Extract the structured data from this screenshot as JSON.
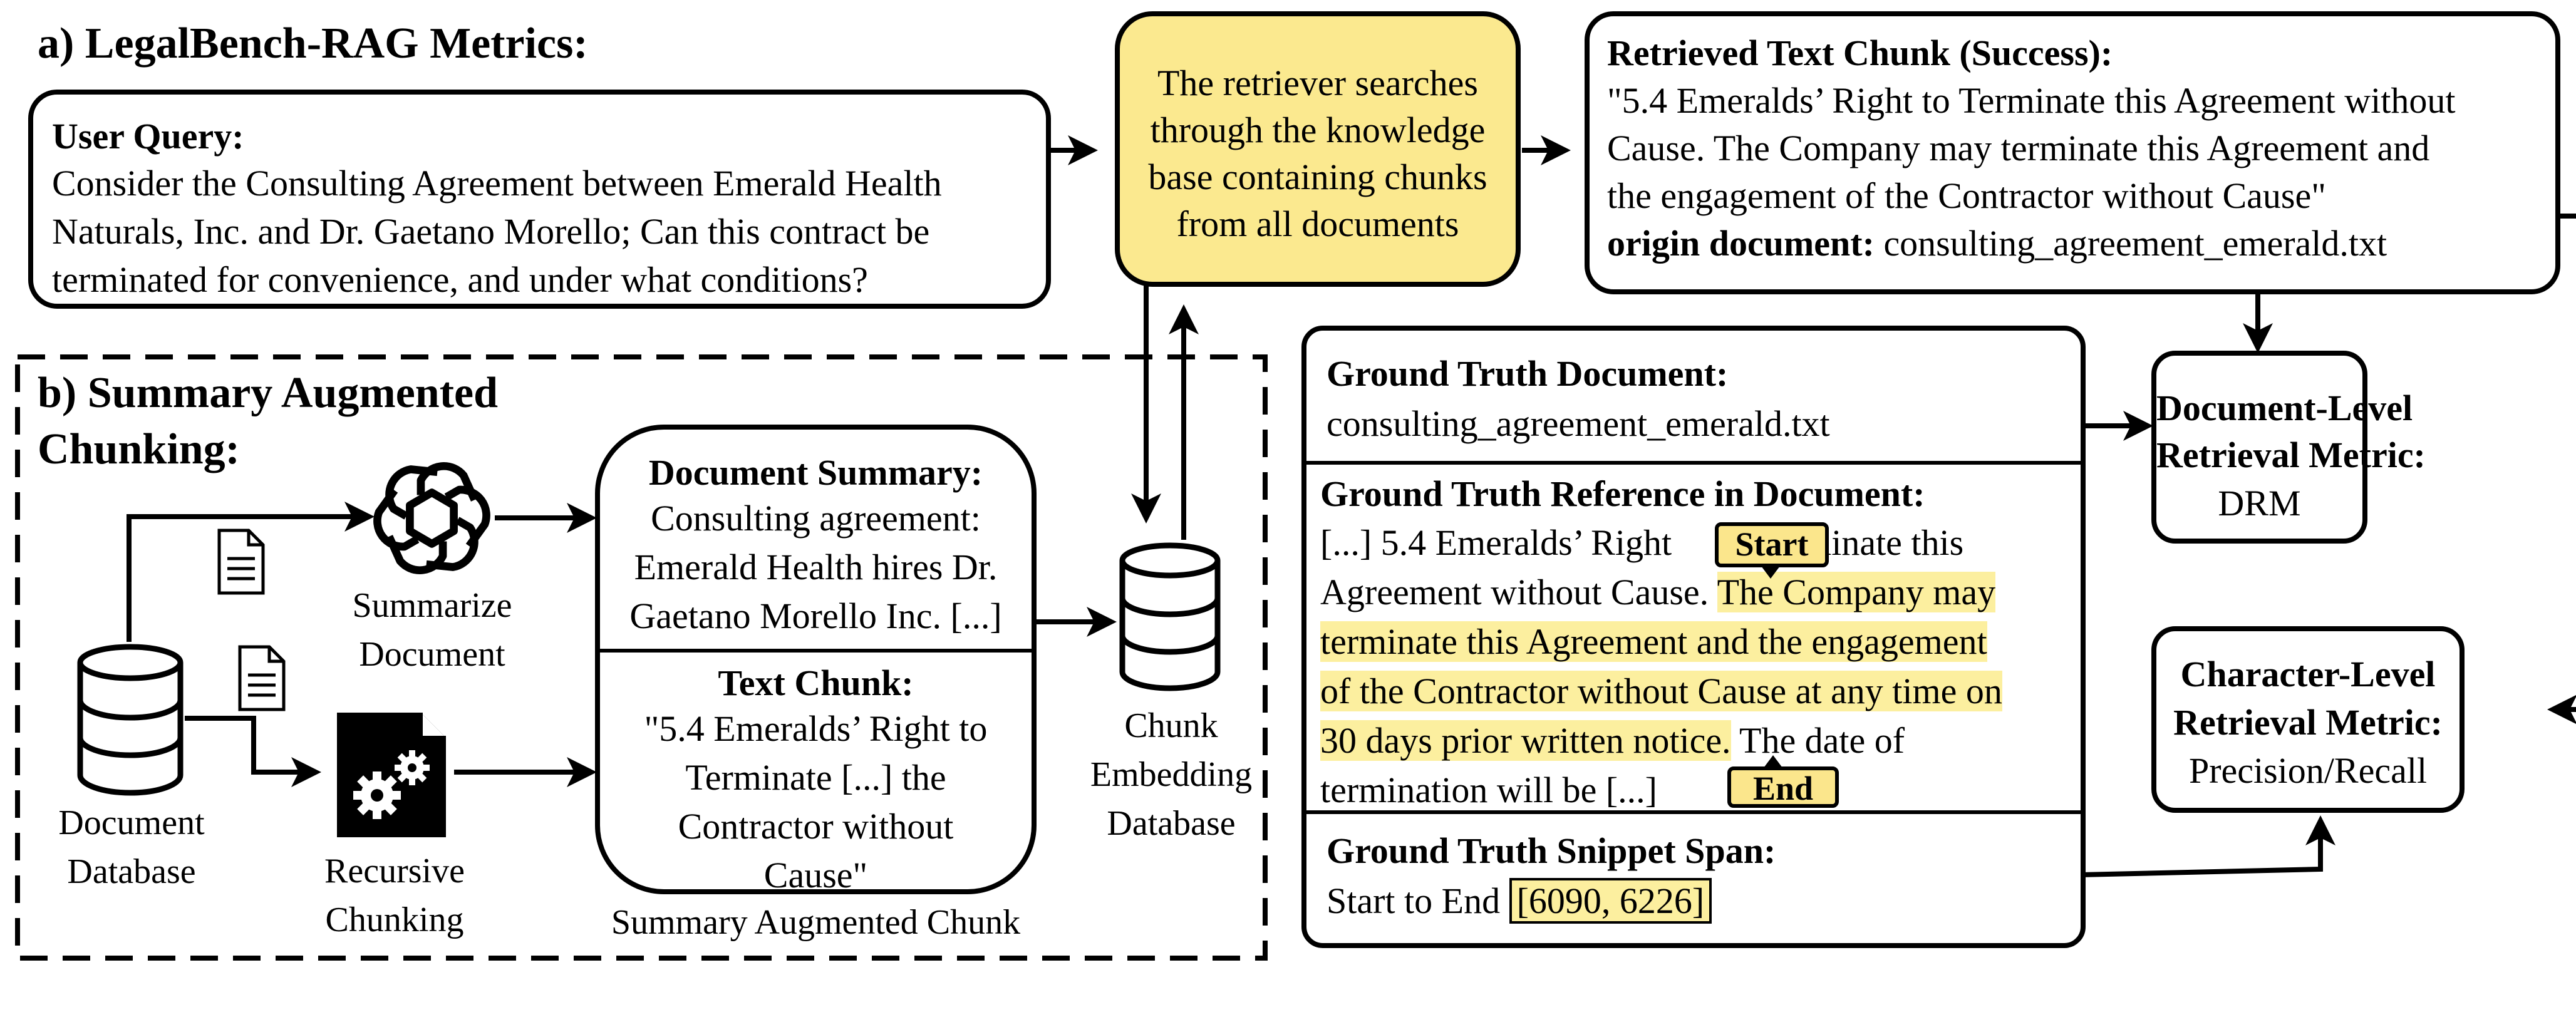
{
  "headings": {
    "a": "a) LegalBench-RAG Metrics:",
    "b_line1": "b) Summary Augmented",
    "b_line2": "Chunking:"
  },
  "user_query": {
    "title": "User Query:",
    "lines": [
      "Consider the Consulting Agreement between Emerald Health",
      "Naturals, Inc. and Dr. Gaetano Morello; Can this contract be",
      "terminated for convenience, and under what conditions?"
    ]
  },
  "retriever": {
    "lines": [
      "The retriever searches",
      "through the knowledge",
      "base containing chunks",
      "from all documents"
    ]
  },
  "retrieved_chunk": {
    "title": "Retrieved Text Chunk (Success):",
    "lines": [
      "\"5.4 Emeralds’ Right to Terminate this Agreement without",
      "Cause. The Company may terminate this Agreement and",
      "the engagement of the Contractor without Cause\""
    ],
    "origin_label": "origin document:",
    "origin_value": "consulting_agreement_emerald.txt"
  },
  "ground_truth": {
    "doc_title": "Ground Truth Document:",
    "doc_value": "consulting_agreement_emerald.txt",
    "ref_title": "Ground Truth Reference in Document:",
    "ref_line1_a": "[...] 5.4 Emeralds’ Right",
    "ref_line1_b": "minate this",
    "ref_line2_a": "Agreement without Cause. ",
    "ref_line2_b": "The Company may",
    "ref_line3": "terminate this Agreement and the engagement",
    "ref_line4": "of the Contractor without Cause at any time on",
    "ref_line5_a": "30 days prior written notice.",
    "ref_line5_b": " The date of",
    "ref_line6": "termination will be [...]",
    "start_tag": "Start",
    "end_tag": "End",
    "span_title": "Ground Truth Snippet Span:",
    "span_prefix": "Start to End ",
    "span_value": "[6090, 6226]"
  },
  "metrics": {
    "drm_line1": "Document-Level",
    "drm_line2": "Retrieval Metric:",
    "drm_value": "DRM",
    "crm_line1": "Character-Level",
    "crm_line2": "Retrieval Metric:",
    "crm_value": "Precision/Recall"
  },
  "sac": {
    "doc_db_line1": "Document",
    "doc_db_line2": "Database",
    "summarize_line1": "Summarize",
    "summarize_line2": "Document",
    "recursive_line1": "Recursive",
    "recursive_line2": "Chunking",
    "summary_title": "Document Summary:",
    "summary_lines": [
      "Consulting agreement:",
      "Emerald Health hires Dr.",
      "Gaetano Morello Inc. [...]"
    ],
    "chunk_title": "Text Chunk:",
    "chunk_lines": [
      "\"5.4 Emeralds’ Right to",
      "Terminate [...] the",
      "Contractor without",
      "Cause\""
    ],
    "sac_label": "Summary Augmented Chunk",
    "embed_line1": "Chunk",
    "embed_line2": "Embedding",
    "embed_line3": "Database"
  },
  "colors": {
    "highlight": "#fcef9f",
    "retriever_fill": "#fbe98f",
    "tag_fill": "#fbe68c",
    "stroke": "#000000"
  },
  "icons": [
    "document-icon",
    "openai-logo-icon",
    "database-icon",
    "gears-document-icon"
  ]
}
